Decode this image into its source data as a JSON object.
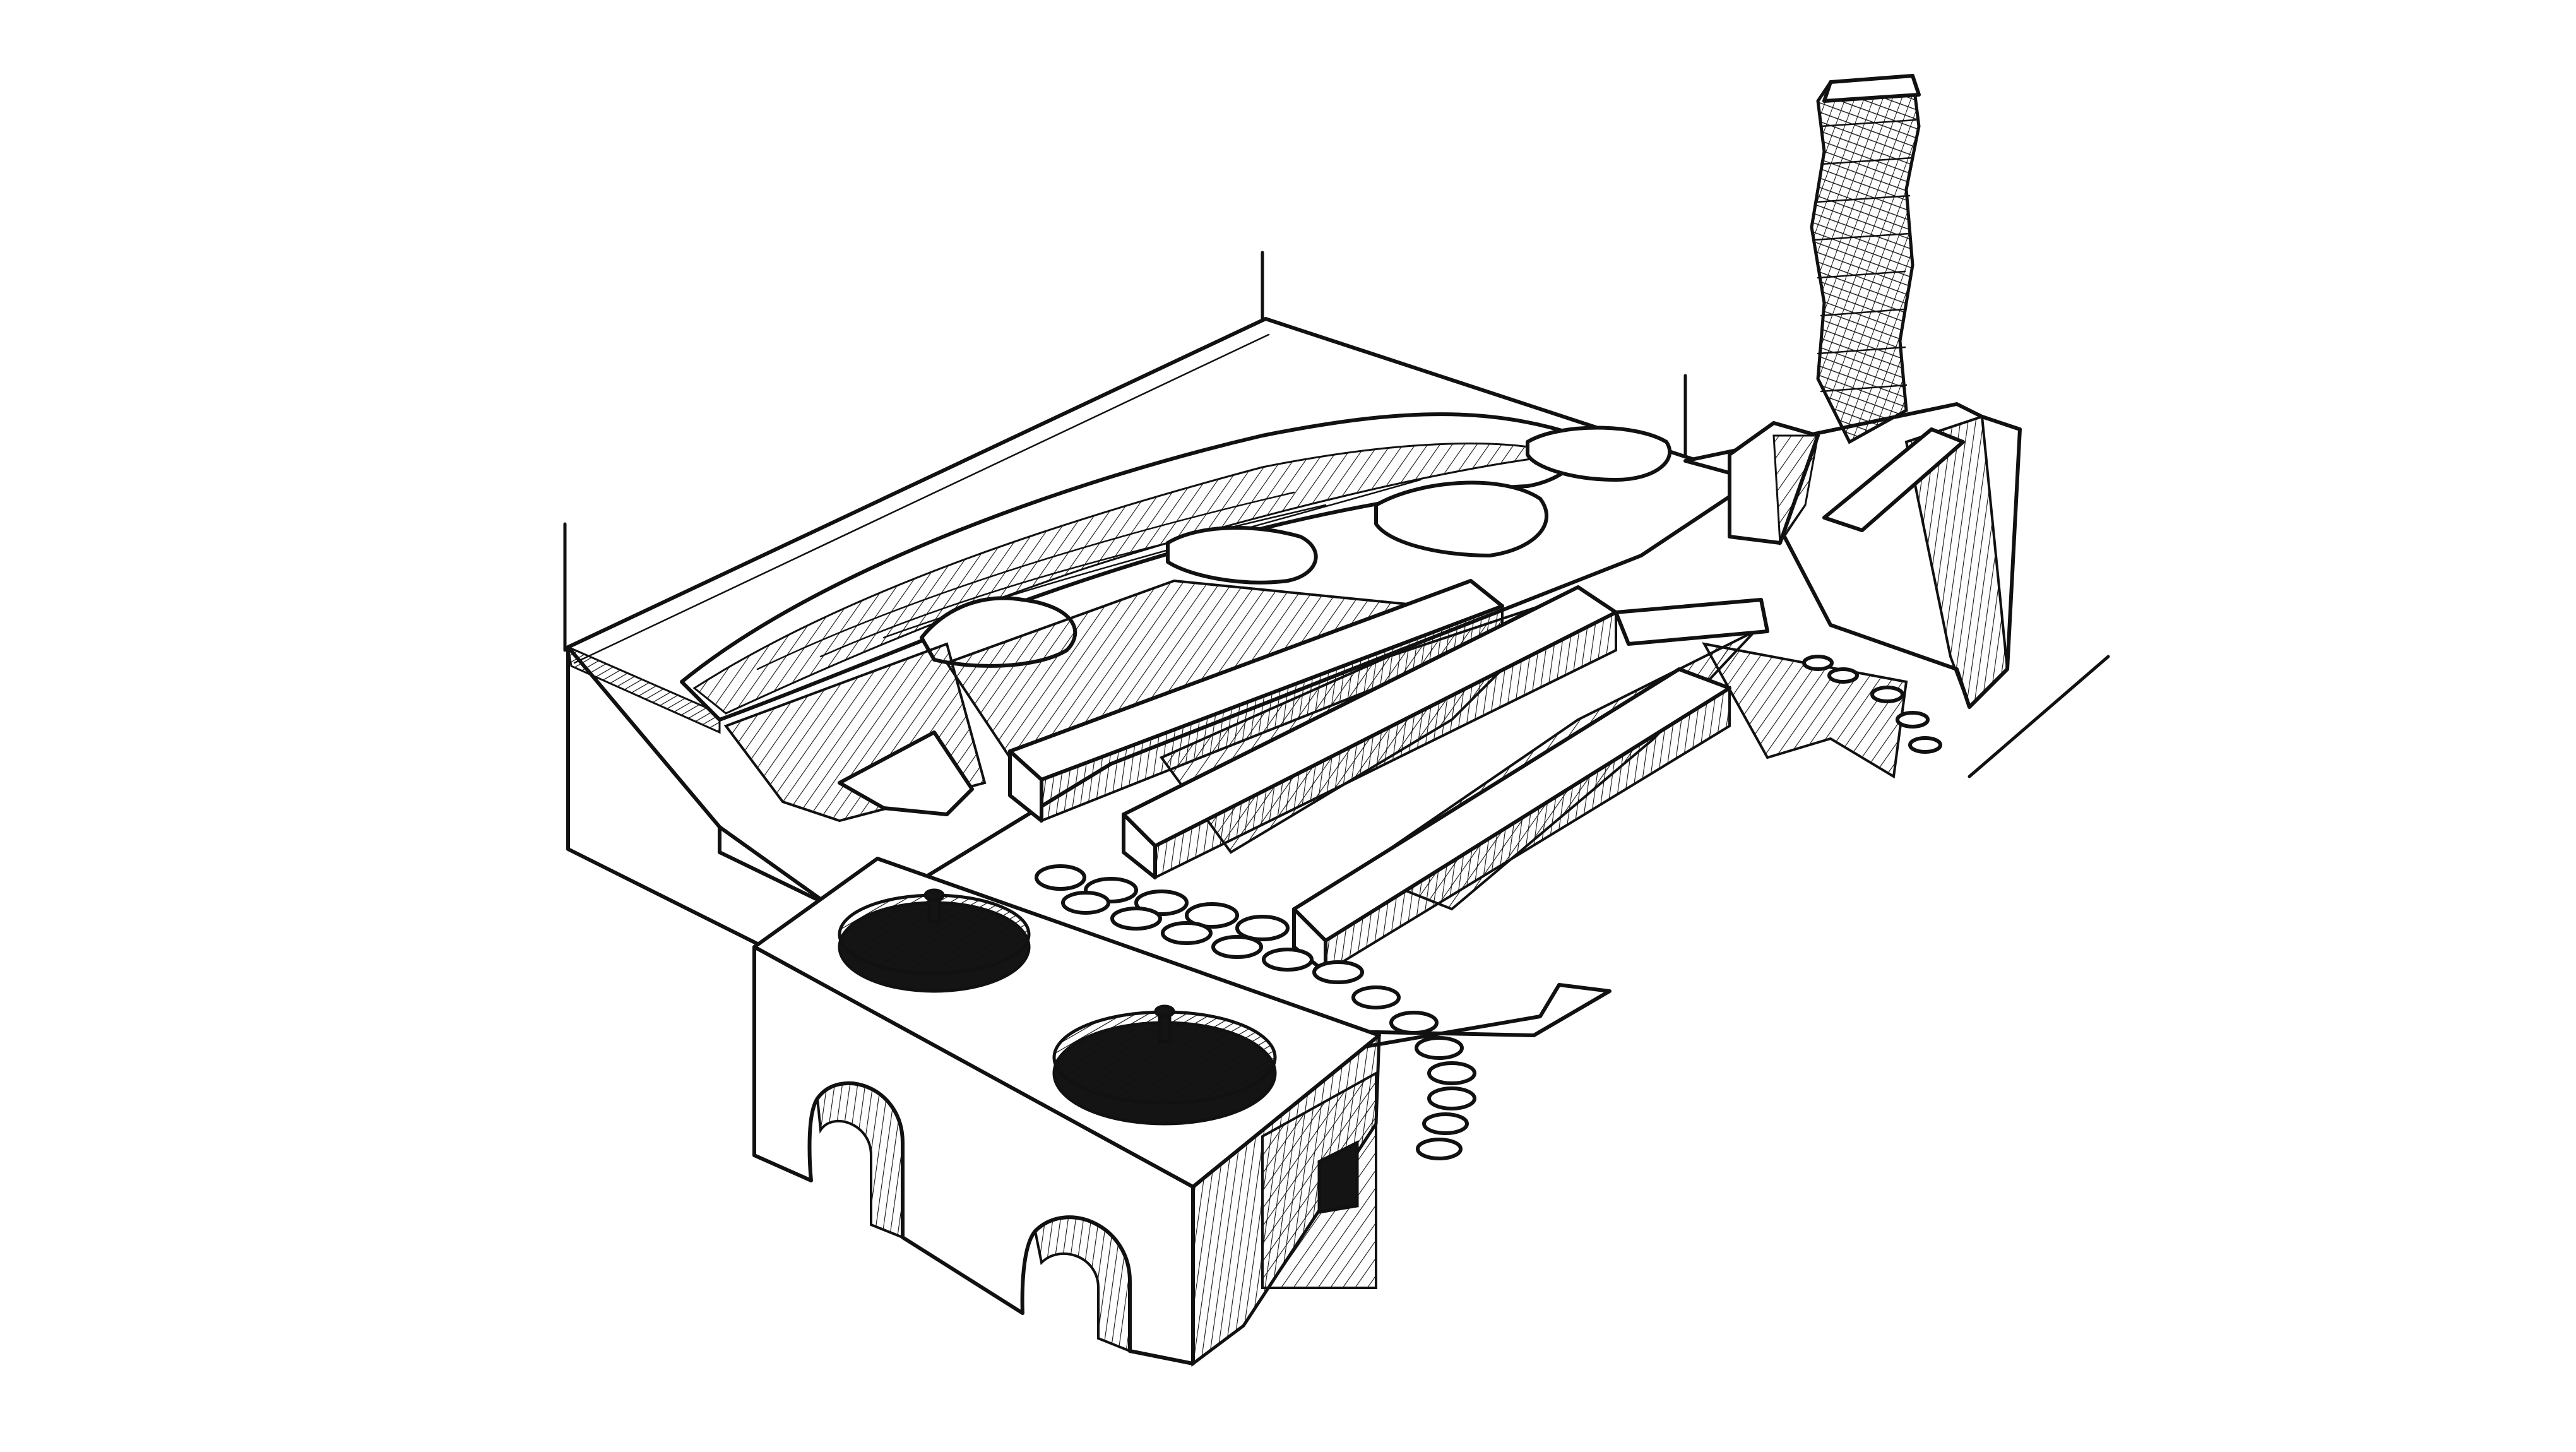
{
  "figure": {
    "kind": "line drawing",
    "background_color": "#ffffff",
    "ink_color": "#111111",
    "parts": [
      "raised-floor",
      "floor-slabs",
      "support-beams",
      "flue-channels",
      "stone-infill",
      "chimney",
      "stove",
      "stove-pot-left",
      "stove-pot-right"
    ]
  }
}
